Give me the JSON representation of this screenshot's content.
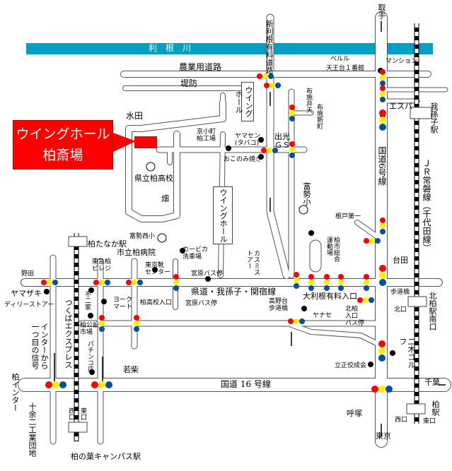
{
  "title": "ウイングホール柏斎場 案内図",
  "callout": {
    "line1": "ウイングホール",
    "line2": "柏斎場"
  },
  "colors": {
    "river": "#009fc4",
    "callout": "#ff0000",
    "signal_red": "#ff0000",
    "signal_yellow": "#ffee00",
    "signal_blue": "#0050a0"
  },
  "labels": {
    "river": "利根川",
    "nogyo_road": "農業用道路",
    "teibo": "堤防",
    "suiden": "水田",
    "kyokomachi": "京小町\n柏工場",
    "yamasen": "ヤマセン\n(タバコ)",
    "okonomiyaki": "おこのみ焼き",
    "idemitsu": "出光\nＧＳ",
    "kashiwa_high": "県立柏高校",
    "hatake": "畑",
    "sign_wing_hall_1": "ウイングホール",
    "sign_wing_hall_2": "ウイングホール",
    "shin_tone": "新利根有料道路",
    "toride": "取手",
    "beruru": "ベルル",
    "tennodai": "天王台１番館",
    "mansion": "マンション",
    "espa": "エスパ",
    "abiko_station": "我孫子駅",
    "fuse_benten": "布施弁天",
    "fuse_shinmachi": "布施新町",
    "route6": "国道6号線",
    "jr_joban": "ＪＲ常磐線（千代田線）",
    "tomise_elem": "富勢小",
    "nedo_daiichi": "根戸第一",
    "sports_park": "柏市総合運動場",
    "daita": "台田",
    "footbridge": "歩道橋",
    "kita_kashiwa_south": "北柏駅南口",
    "kitaguchi": "北口",
    "otone_entrance": "大利根有料入口",
    "kita_kashiwa_bus": "北柏\n入口\nバス停",
    "konodai_bridge": "高野台\n歩道橋",
    "yanase": "ヤナセ",
    "futatsugi_golf": "二木ゴルフ",
    "rissho": "立正佼成会",
    "route16": "国道 16 号線",
    "chiba": "千葉",
    "yobitsuka": "呼塚",
    "tokyo_dir": "東京",
    "kashiwa_station": "柏駅",
    "kashiwa_east": "東口",
    "kashiwa_west": "西口",
    "kasumi": "カスミストアー",
    "prefectural_road": "県道・我孫子・関宿線",
    "miyahara_bus_1": "宮原バス停",
    "miyahara_bus_2": "宮原バス停",
    "kashiwa_high_entrance": "柏高校入口",
    "tokyo_kutsu": "東京靴\nセンター",
    "carbica": "カービカ\n洗車場",
    "tomise_west_elem": "富勢西小",
    "city_hospital": "市立柏病院",
    "kashiwatanaka_station": "柏たなか駅",
    "tokyu_village": "東急柏\nビレジ",
    "noda": "野田",
    "yamazaki": "ヤマザキ",
    "daily_store": "ディリーストアー",
    "fujiya": "不二家",
    "york_mart": "ヨーク\nマート",
    "public_market": "柏公設\n市場",
    "pachinko": "パチンコ店",
    "tsukuba_express": "つくばエクスプレス",
    "first_signal": "インターから一つ目の信号",
    "wakashiba": "若柴",
    "kashiwa_ic": "柏インター",
    "industrial_park": "十余二工業団地",
    "tx_west": "西口",
    "tx_east": "東口",
    "kashiwanoha_station": "柏の葉キャンパス駅"
  }
}
